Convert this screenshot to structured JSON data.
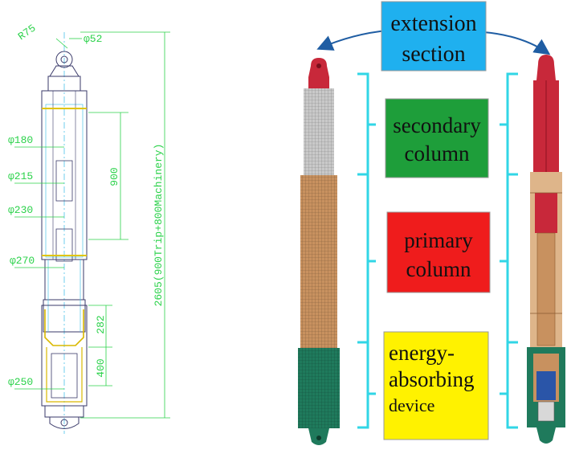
{
  "colors": {
    "dimension": "#2bd24a",
    "cad_line": "#3a3a6a",
    "cad_dash": "#4cc3e8",
    "bracket": "#31d6e6",
    "arrow": "#1f5da3",
    "extension_box": "#1fb0ef",
    "secondary_box": "#1e9e3a",
    "primary_box": "#ef1c1c",
    "energy_box": "#fff200",
    "red_part": "#c8283a",
    "silver_part": "#c9c9c9",
    "tan_part": "#c8915f",
    "green_part": "#1f7a5c"
  },
  "drawing": {
    "dimensions": {
      "r75": "R75",
      "phi52": "φ52",
      "phi180": "φ180",
      "phi215": "φ215",
      "phi230": "φ230",
      "phi270": "φ270",
      "phi250": "φ250",
      "len900": "900",
      "len282": "282",
      "len400": "400",
      "total": "2605(900Trip+800Machinery)"
    }
  },
  "labels": {
    "extension_line1": "extension",
    "extension_line2": "section",
    "secondary_line1": "secondary",
    "secondary_line2": "column",
    "primary_line1": "primary",
    "primary_line2": "column",
    "energy_line1": "energy-",
    "energy_line2": "absorbing",
    "energy_line3": "device"
  }
}
